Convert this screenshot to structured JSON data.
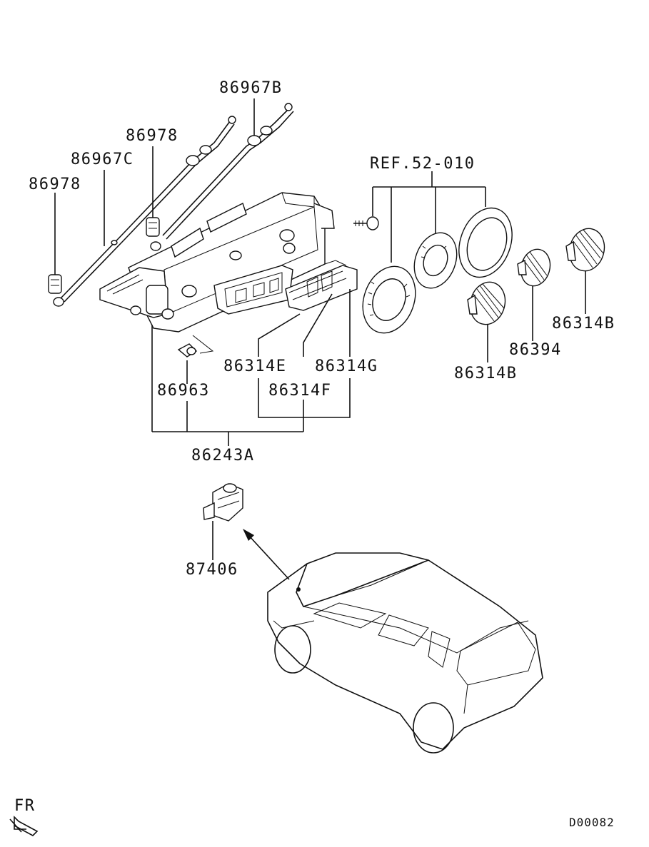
{
  "labels": {
    "p86967B": "86967B",
    "p86978_top": "86978",
    "p86967C": "86967C",
    "p86978_left": "86978",
    "ref": "REF.52-010",
    "p86314E": "86314E",
    "p86314G": "86314G",
    "p86314F": "86314F",
    "p86963": "86963",
    "p86243A": "86243A",
    "p86314B_right": "86314B",
    "p86394": "86394",
    "p86314B_mid": "86314B",
    "p87406": "87406",
    "fr": "FR",
    "diagram_id": "D00082"
  },
  "colors": {
    "line": "#111111",
    "background": "#ffffff"
  },
  "icons": {
    "front_arrow": "front-direction-arrow-icon"
  }
}
